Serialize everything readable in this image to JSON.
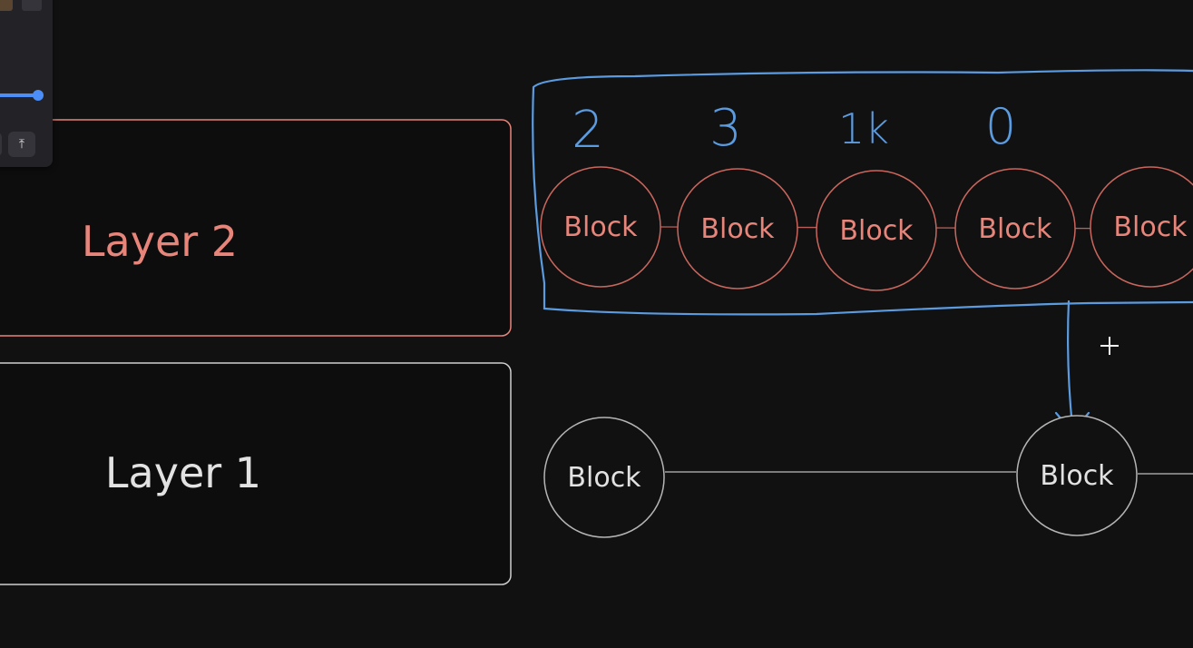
{
  "layers": [
    {
      "label": "Layer 2",
      "color": "#e8857b"
    },
    {
      "label": "Layer 1",
      "color": "#e2e2e2"
    }
  ],
  "layer2_blocks": [
    "Block",
    "Block",
    "Block",
    "Block",
    "Block"
  ],
  "layer1_blocks": [
    "Block",
    "Block"
  ],
  "annotations": [
    "2",
    "3",
    "1k",
    "0"
  ],
  "colors": {
    "background": "#111111",
    "layer2": "#e8857b",
    "layer1": "#cfcfcf",
    "annotation": "#5b9be0"
  },
  "toolbar": {
    "top_icon": "align-top-icon",
    "top_glyph": "⤒",
    "slider_value": 1.0
  },
  "cursor_icon": "crosshair-icon"
}
